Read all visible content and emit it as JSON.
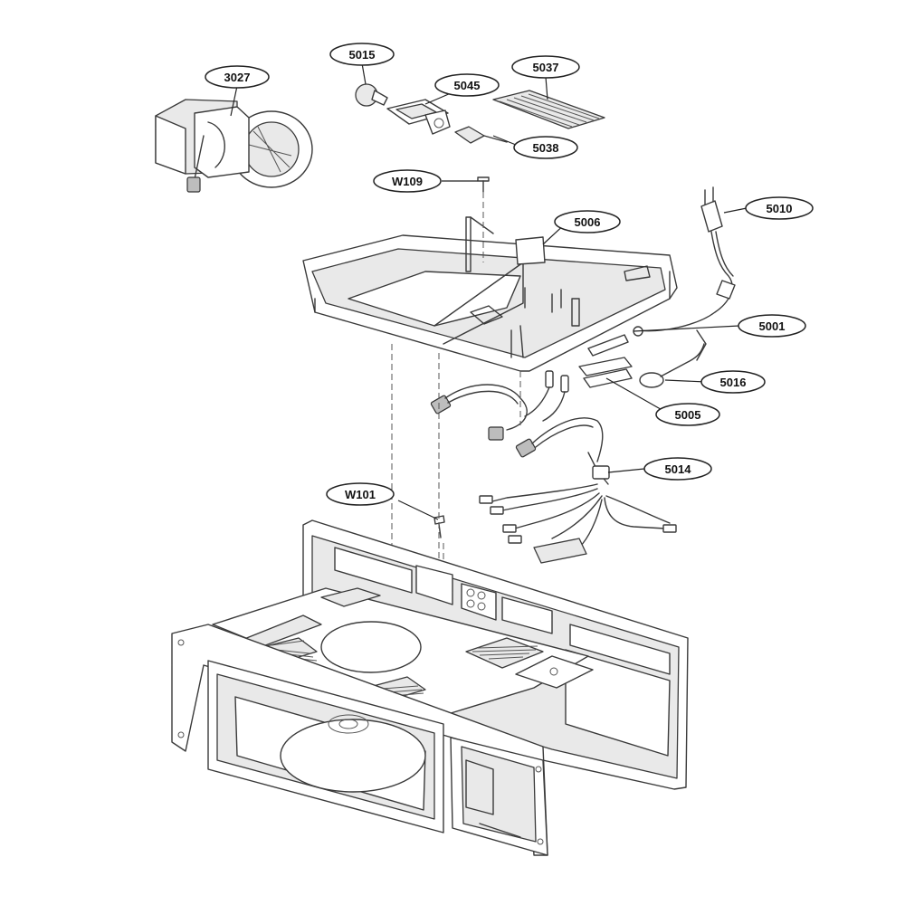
{
  "diagram": {
    "callouts": [
      {
        "id": "3027",
        "label": "3027"
      },
      {
        "id": "5015",
        "label": "5015"
      },
      {
        "id": "5045",
        "label": "5045"
      },
      {
        "id": "5037",
        "label": "5037"
      },
      {
        "id": "5038",
        "label": "5038"
      },
      {
        "id": "W109",
        "label": "W109"
      },
      {
        "id": "5006",
        "label": "5006"
      },
      {
        "id": "5010",
        "label": "5010"
      },
      {
        "id": "5001",
        "label": "5001"
      },
      {
        "id": "5016",
        "label": "5016"
      },
      {
        "id": "5005",
        "label": "5005"
      },
      {
        "id": "5014",
        "label": "5014"
      },
      {
        "id": "W101",
        "label": "W101"
      }
    ]
  }
}
